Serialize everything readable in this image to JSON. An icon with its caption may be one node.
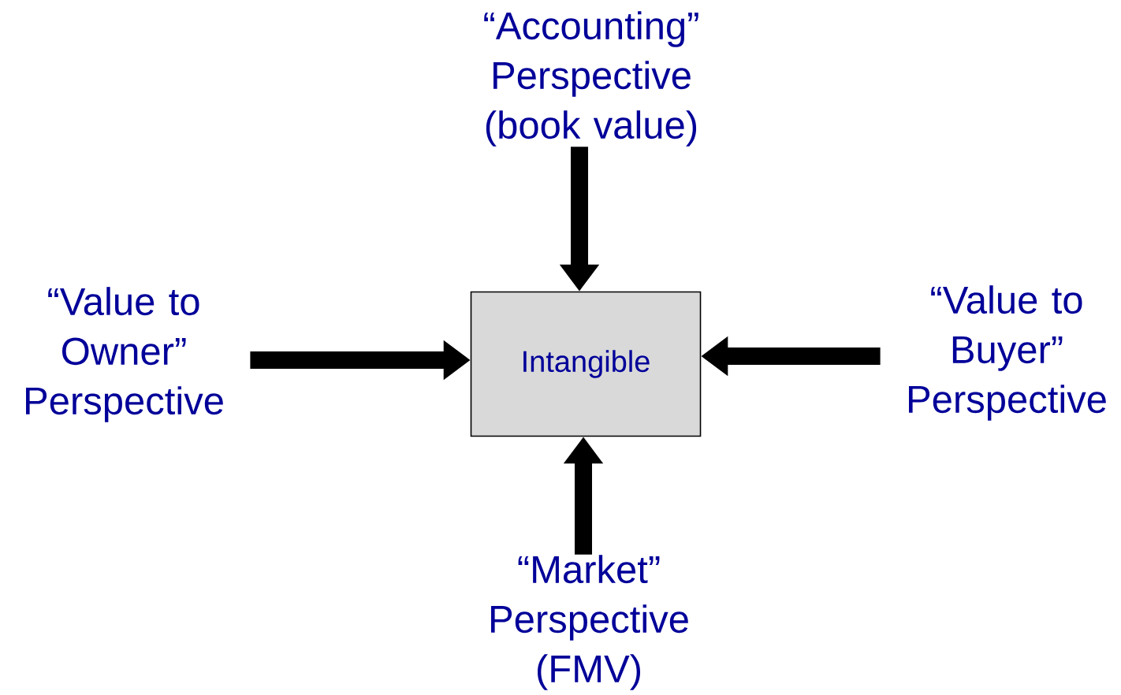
{
  "diagram": {
    "nodes": [
      {
        "text": [
          "Intangible"
        ]
      },
      {
        "text": [
          "“Accounting” Perspective (book value)"
        ]
      },
      {
        "text": [
          "“Value to Owner” Perspective"
        ]
      },
      {
        "text": [
          "“Value to Buyer” Perspective"
        ]
      },
      {
        "text": [
          "“Market” Perspective (FMV)"
        ]
      }
    ],
    "edges": [
      {
        "from": 1,
        "to": 0,
        "arrow": "to"
      },
      {
        "from": 2,
        "to": 0,
        "arrow": "to"
      },
      {
        "from": 3,
        "to": 0,
        "arrow": "to"
      },
      {
        "from": 4,
        "to": 0,
        "arrow": "to"
      }
    ]
  }
}
